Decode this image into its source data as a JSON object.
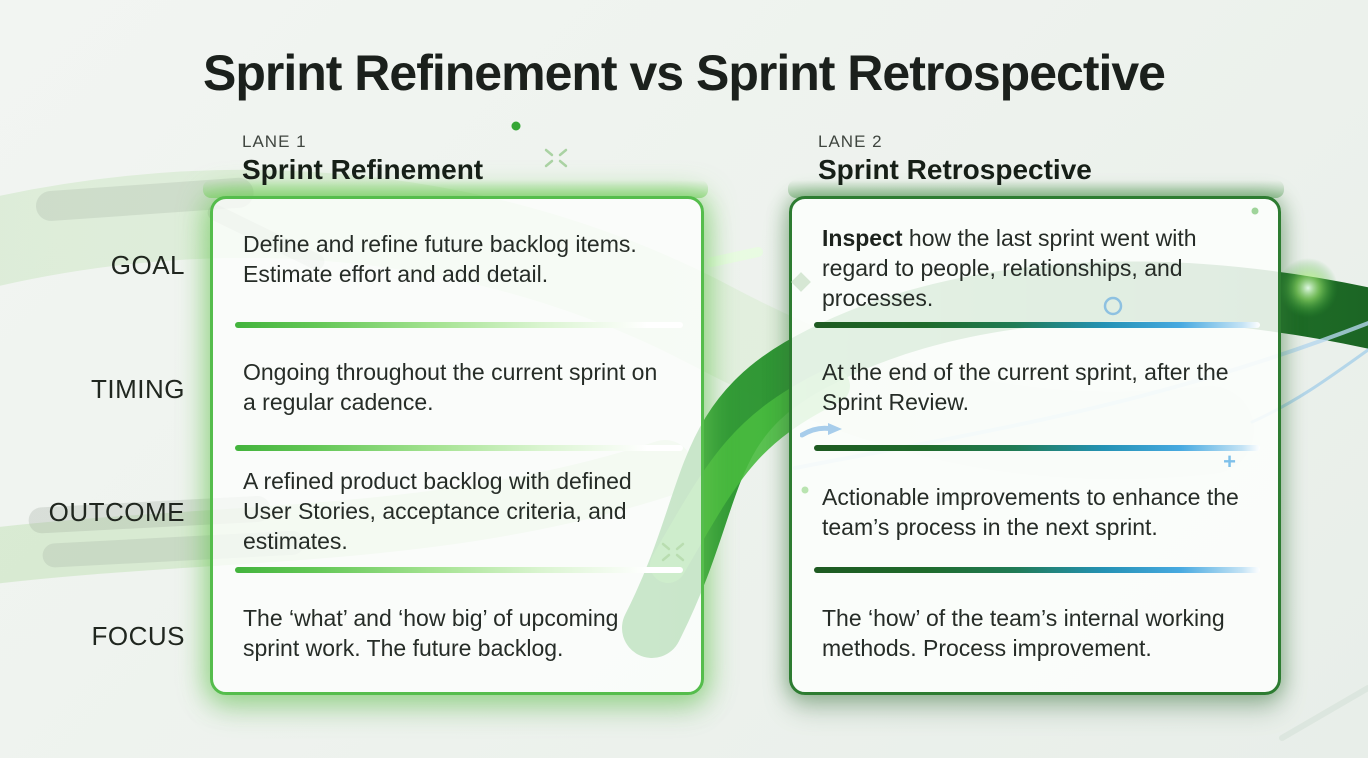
{
  "title": "Sprint Refinement vs Sprint Retrospective",
  "row_labels": [
    "GOAL",
    "TIMING",
    "OUTCOME",
    "FOCUS"
  ],
  "lane1": {
    "kicker": "LANE 1",
    "name": "Sprint Refinement",
    "goal": "Define and refine future backlog items. Estimate effort and add detail.",
    "timing": "Ongoing throughout the current sprint on a regular cadence.",
    "outcome": "A refined product backlog with defined User Stories, acceptance criteria, and estimates.",
    "focus": "The ‘what’ and ‘how big’ of upcoming sprint work. The future backlog."
  },
  "lane2": {
    "kicker": "LANE 2",
    "name": "Sprint Retrospective",
    "goal_lead": "Inspect",
    "goal_rest": " how the last sprint went with regard to people, relationships, and processes.",
    "timing": "At the end of the current sprint, after the Sprint Review.",
    "outcome": "Actionable improvements to enhance the team’s process in the next sprint.",
    "focus": "The ‘how’ of the team’s internal working methods. Process improvement."
  },
  "icons": {
    "plus_sparkle": "+",
    "flow_arrow": "arrow-right",
    "circle_sparkle": "circle-outline",
    "diamond_sparkle": "diamond",
    "cross_sparkle": "cross",
    "dot_sparkle": "dot"
  },
  "colors": {
    "title_color": "#1b201c",
    "lane1_border": "#55bd4c",
    "lane2_border": "#2d7c31",
    "divider1_green": "#42b33c",
    "divider2_dark_green": "#1e5a21",
    "divider2_blue": "#47a9e0",
    "ribbon_dark_green": "#1c7a24",
    "ribbon_bright_green": "#4db647",
    "accent_blue": "#a7cdeb",
    "background": "#eef2ef"
  }
}
